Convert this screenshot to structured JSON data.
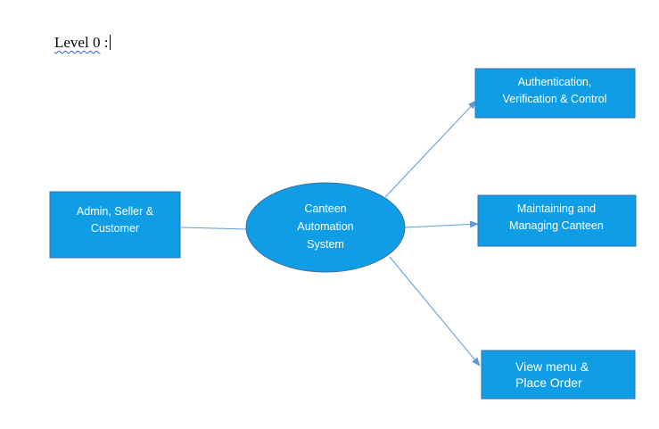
{
  "heading": {
    "level": "Level 0",
    "separator": " :"
  },
  "colors": {
    "box_fill": "#0f9ee6",
    "box_stroke": "#3b6fa8",
    "arrow": "#5b9bd5"
  },
  "diagram": {
    "center": {
      "lines": [
        "Canteen",
        "Automation",
        "System"
      ]
    },
    "actor": {
      "lines": [
        "Admin, Seller &",
        "Customer"
      ]
    },
    "outputs": [
      {
        "lines": [
          "Authentication,",
          "Verification & Control"
        ]
      },
      {
        "lines": [
          "Maintaining and",
          "Managing Canteen"
        ]
      },
      {
        "lines": [
          "View menu &",
          "Place Order"
        ]
      }
    ]
  }
}
